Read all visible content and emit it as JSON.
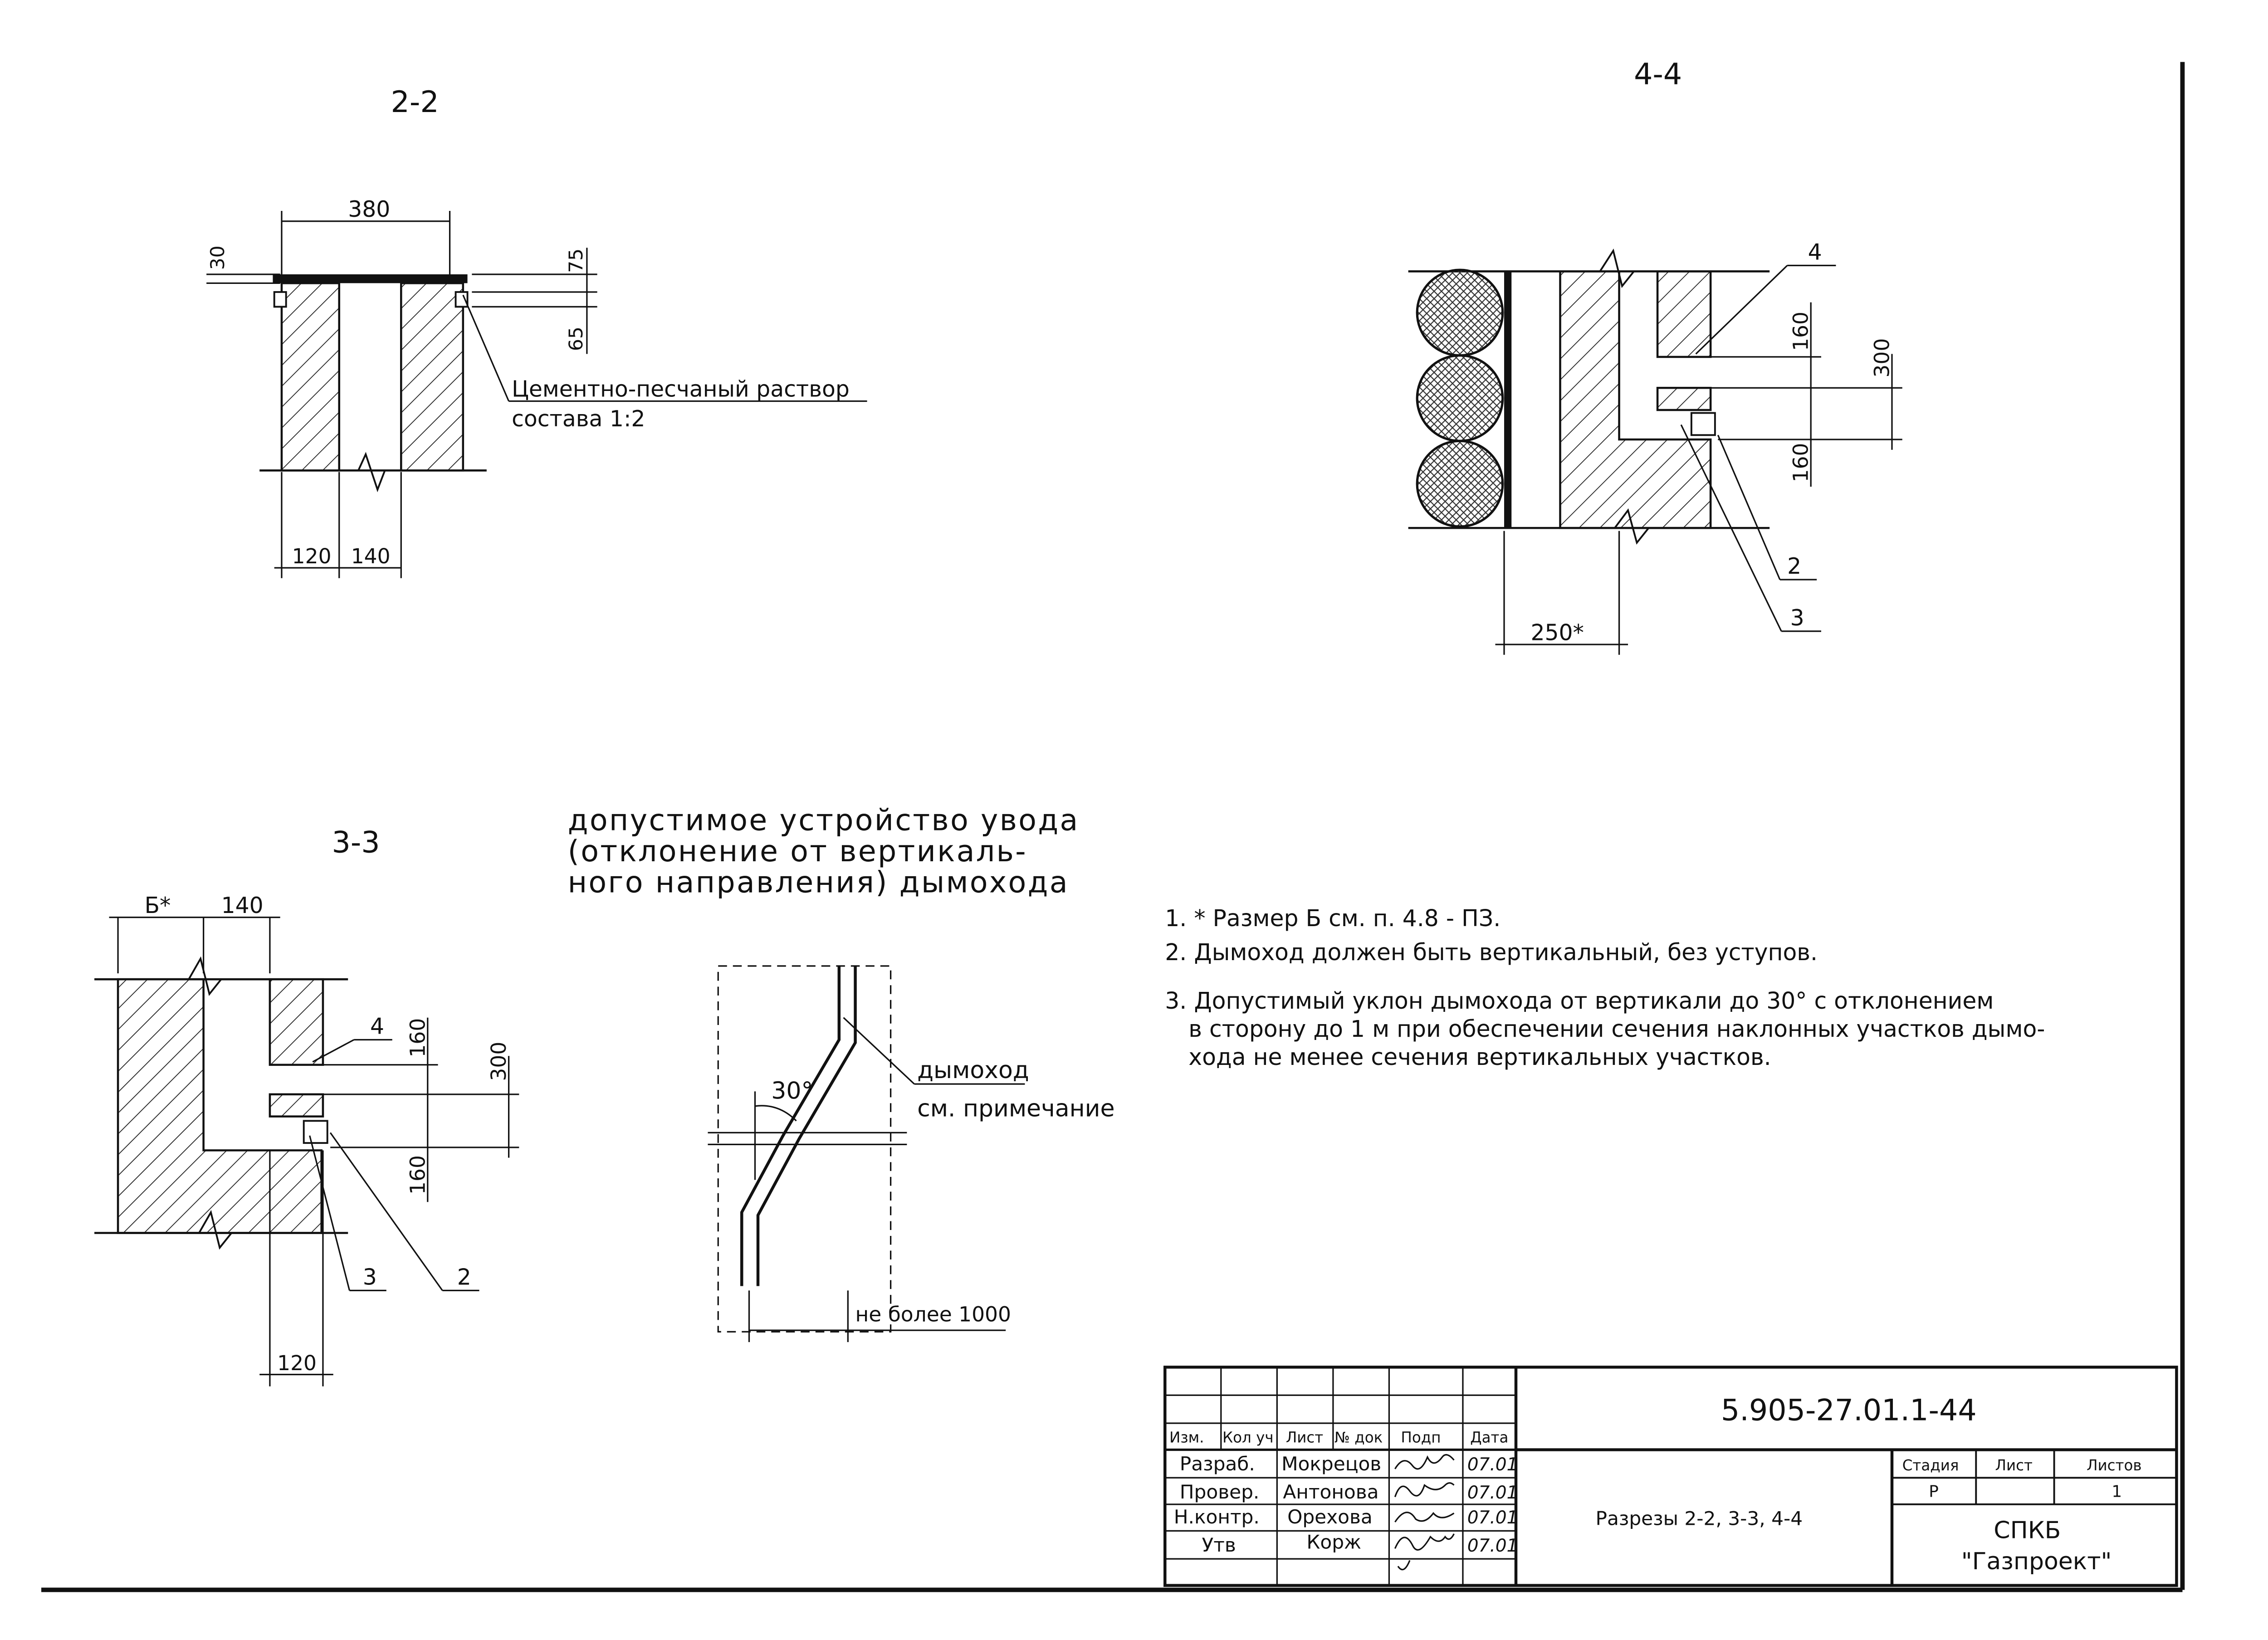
{
  "sections": {
    "s22": {
      "title": "2-2",
      "dims": {
        "top": "380",
        "d30": "30",
        "d75": "75",
        "d65": "65",
        "b120": "120",
        "b140": "140"
      },
      "callout_line1": "Цементно-песчаный раствор",
      "callout_line2": "состава 1:2"
    },
    "s44": {
      "title": "4-4",
      "dims": {
        "d160a": "160",
        "d300": "300",
        "d160b": "160",
        "d250": "250*"
      },
      "marks": {
        "m4": "4",
        "m2": "2",
        "m3": "3"
      }
    },
    "s33": {
      "title": "3-3",
      "dims": {
        "dB": "Б*",
        "d140": "140",
        "d160a": "160",
        "d300": "300",
        "d160b": "160",
        "d120": "120"
      },
      "marks": {
        "m4": "4",
        "m3": "3",
        "m2": "2"
      }
    }
  },
  "offset_detail": {
    "title_line1": "допустимое устройство увода",
    "title_line2": "(отклонение от вертикаль-",
    "title_line3": "ного направления) дымохода",
    "angle": "30°",
    "label_flue": "дымоход",
    "label_note": "см. примечание",
    "label_max": "не более 1000"
  },
  "notes": {
    "n1": "1. * Размер Б см. п. 4.8 - ПЗ.",
    "n2": "2. Дымоход должен быть вертикальный, без уступов.",
    "n3_line1": "3. Допустимый уклон дымохода от вертикали до 30° с отклонением",
    "n3_line2": "в сторону до 1 м при обеспечении сечения наклонных участков дымо-",
    "n3_line3": "хода не менее сечения вертикальных участков."
  },
  "title_block": {
    "doc_number": "5.905-27.01.1-44",
    "sheet_title": "Разрезы 2-2, 3-3, 4-4",
    "headers": {
      "izm": "Изм.",
      "kol": "Кол уч",
      "list": "Лист",
      "ndoc": "№ док",
      "podp": "Подп",
      "data": "Дата"
    },
    "rows": [
      {
        "role": "Разраб.",
        "name": "Мокрецов",
        "date": "07.01"
      },
      {
        "role": "Провер.",
        "name": "Антонова",
        "date": "07.01"
      },
      {
        "role": "Н.контр.",
        "name": "Орехова",
        "date": "07.01"
      },
      {
        "role": "Утв",
        "name": "Корж",
        "date": "07.01"
      }
    ],
    "stage_header": "Стадия",
    "sheet_header": "Лист",
    "sheets_header": "Листов",
    "stage": "Р",
    "sheets": "1",
    "org_line1": "СПКБ",
    "org_line2": "\"Газпроект\""
  }
}
